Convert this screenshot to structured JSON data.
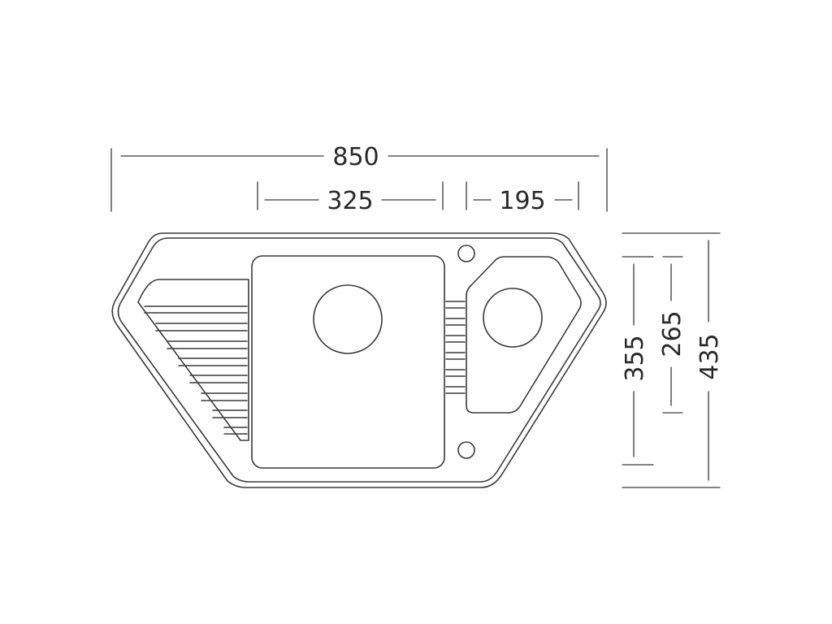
{
  "dimensions": {
    "overall_width": "850",
    "main_bowl_width": "325",
    "small_bowl_width": "195",
    "small_bowl_depth": "265",
    "main_bowl_depth": "355",
    "overall_depth": "435"
  },
  "colors": {
    "line": "#3a3a3a",
    "background": "#ffffff"
  }
}
